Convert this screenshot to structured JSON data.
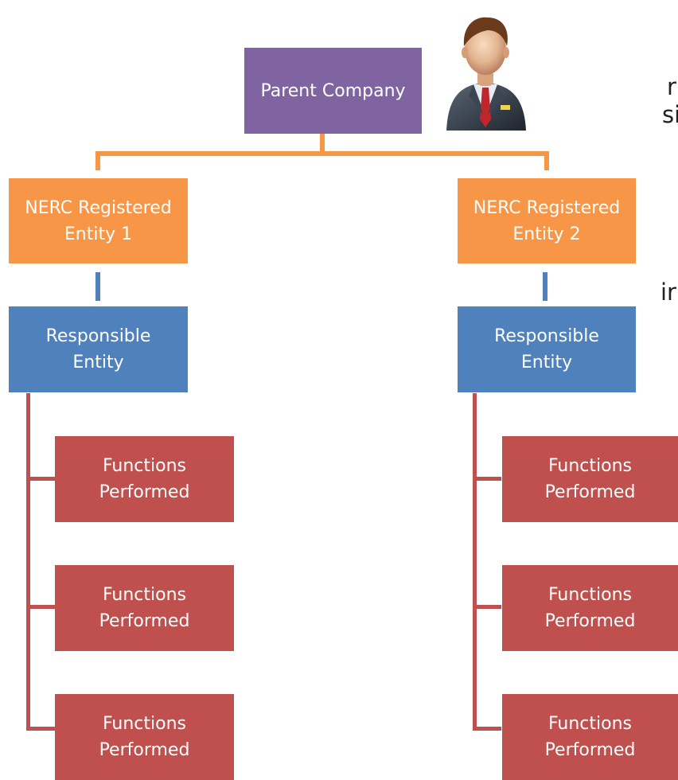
{
  "diagram": {
    "parent": {
      "label": "Parent Company"
    },
    "registered_entities": [
      {
        "line1": "NERC Registered",
        "line2": "Entity 1"
      },
      {
        "line1": "NERC Registered",
        "line2": "Entity 2"
      }
    ],
    "responsible_entities": [
      {
        "line1": "Responsible",
        "line2": "Entity"
      },
      {
        "line1": "Responsible",
        "line2": "Entity"
      }
    ],
    "functions_left": [
      {
        "line1": "Functions",
        "line2": "Performed"
      },
      {
        "line1": "Functions",
        "line2": "Performed"
      },
      {
        "line1": "Functions",
        "line2": "Performed"
      }
    ],
    "functions_right": [
      {
        "line1": "Functions",
        "line2": "Performed"
      },
      {
        "line1": "Functions",
        "line2": "Performed"
      },
      {
        "line1": "Functions",
        "line2": "Performed"
      }
    ],
    "clipped_text": [
      "r",
      "si",
      "ir"
    ],
    "icons": {
      "person": "businessman-icon"
    },
    "colors": {
      "parent": "#8064a2",
      "registered": "#f79646",
      "responsible": "#4f81bd",
      "function": "#c0504d"
    }
  }
}
